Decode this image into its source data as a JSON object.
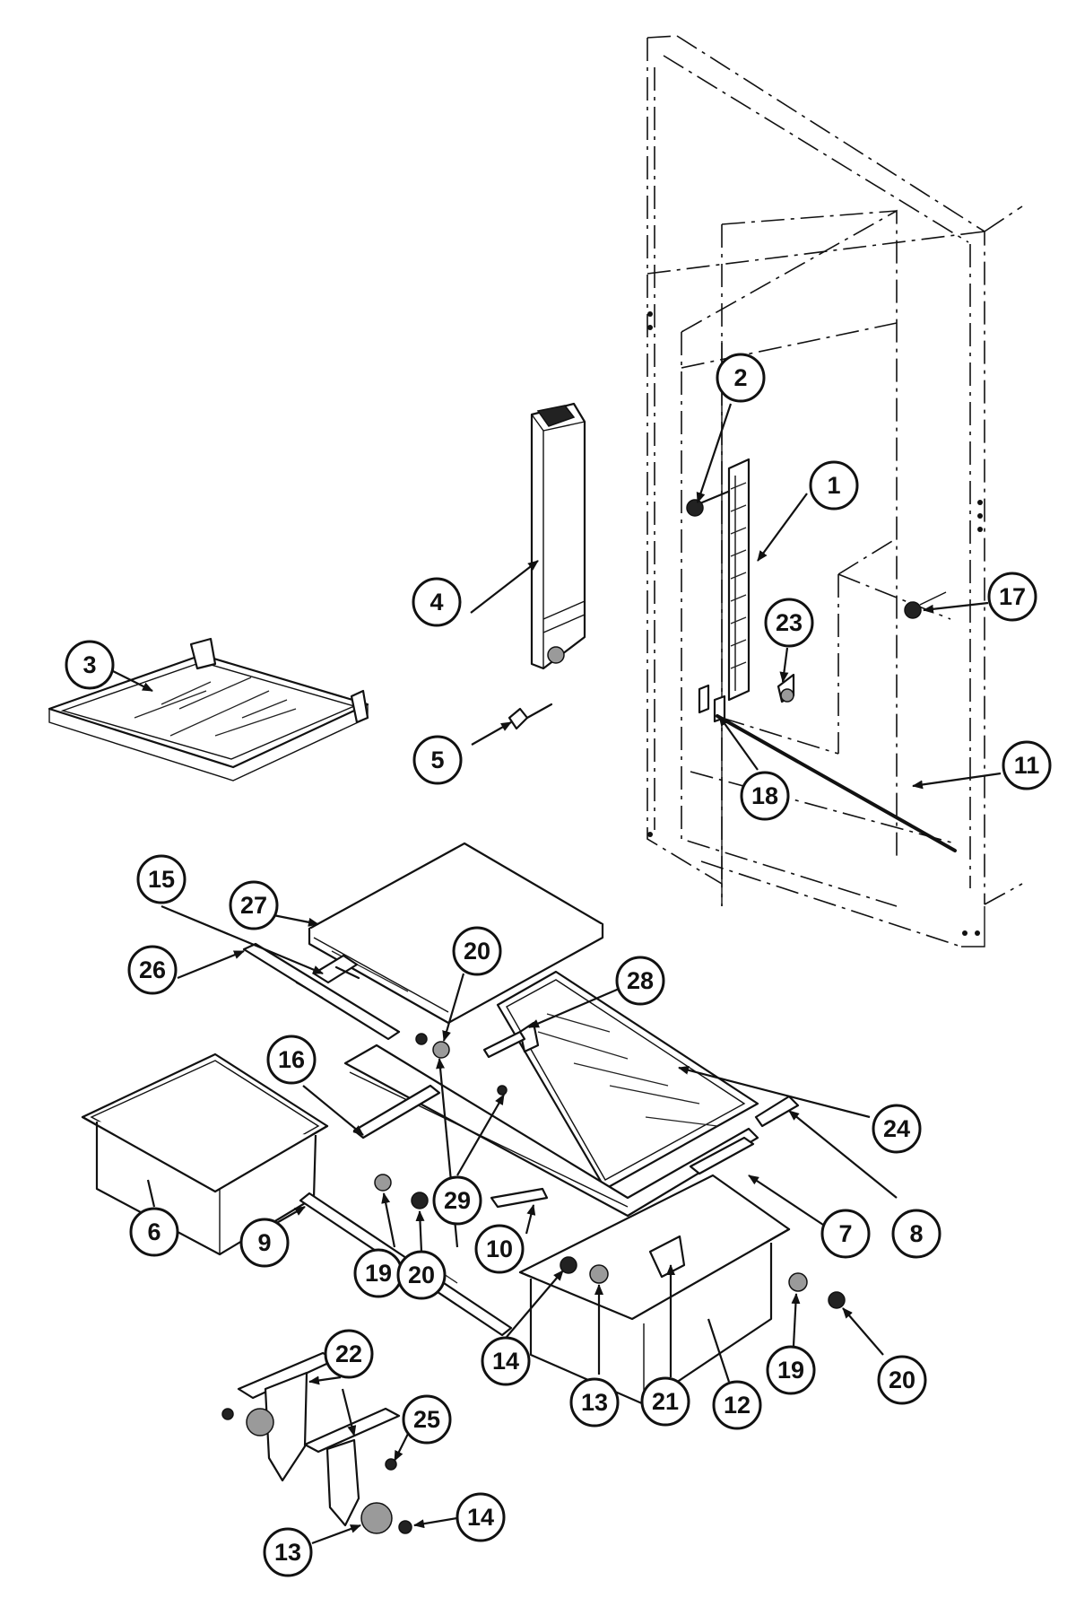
{
  "callouts": {
    "c1": "1",
    "c2": "2",
    "c3": "3",
    "c4": "4",
    "c5": "5",
    "c6": "6",
    "c7": "7",
    "c8": "8",
    "c9": "9",
    "c10": "10",
    "c11": "11",
    "c12": "12",
    "c13a": "13",
    "c13b": "13",
    "c14a": "14",
    "c14b": "14",
    "c15": "15",
    "c16": "16",
    "c17": "17",
    "c18": "18",
    "c19a": "19",
    "c19b": "19",
    "c20a": "20",
    "c20b": "20",
    "c20c": "20",
    "c21": "21",
    "c22": "22",
    "c23": "23",
    "c24": "24",
    "c25": "25",
    "c26": "26",
    "c27": "27",
    "c28": "28",
    "c29": "29"
  }
}
